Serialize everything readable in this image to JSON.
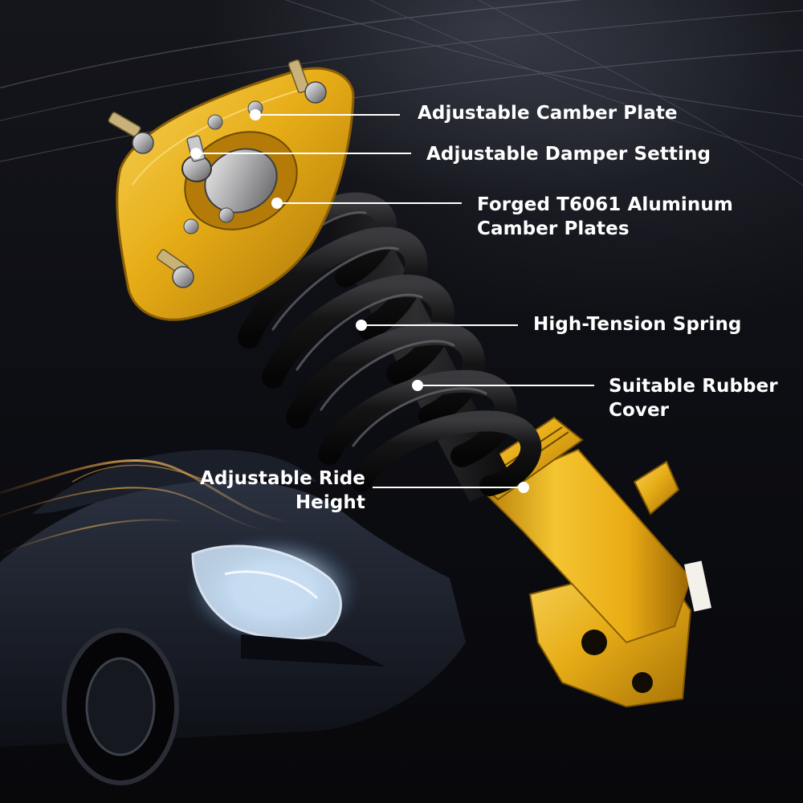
{
  "callouts": {
    "camber_plate": "Adjustable Camber Plate",
    "damper_setting": "Adjustable Damper Setting",
    "forged_plates_line1": "Forged T6061 Aluminum",
    "forged_plates_line2": "Camber Plates",
    "spring": "High-Tension Spring",
    "rubber_cover_line1": "Suitable Rubber",
    "rubber_cover_line2": "Cover",
    "ride_height_line1": "Adjustable Ride",
    "ride_height_line2": "Height"
  },
  "colors": {
    "background": "#0b0b10",
    "label_text": "#ffffff",
    "leader_line": "#ffffff",
    "gold_anodized": "#e8b318",
    "spring_black": "#141414",
    "headlight_glow": "#d8ecff",
    "light_trail": "#ffb54a"
  },
  "image_description": {
    "subject": "coilover-suspension-strut",
    "background": "dark-car-silhouette-with-light-trails"
  }
}
